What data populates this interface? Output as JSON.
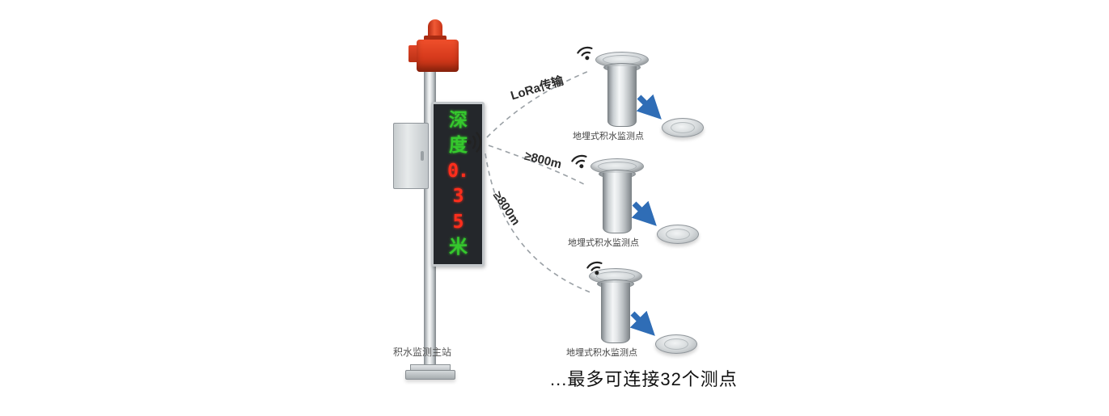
{
  "main_station": {
    "label": "积水监测主站",
    "display": {
      "full_text": "深度0.35米",
      "lines": [
        {
          "text": "深",
          "color": "#35c82d"
        },
        {
          "text": "度",
          "color": "#35c82d"
        },
        {
          "text": "0.",
          "color": "#ff2e1c"
        },
        {
          "text": "3",
          "color": "#ff2e1c"
        },
        {
          "text": "5",
          "color": "#ff2e1c"
        },
        {
          "text": "米",
          "color": "#35c82d"
        }
      ]
    }
  },
  "links": [
    {
      "label": "LoRa传输"
    },
    {
      "label": "≥800m"
    },
    {
      "label": "≥800m"
    }
  ],
  "sensors": [
    {
      "label": "地埋式积水监测点"
    },
    {
      "label": "地埋式积水监测点"
    },
    {
      "label": "地埋式积水监测点"
    }
  ],
  "caption": "...最多可连接32个测点",
  "colors": {
    "alarm_red": "#d63a1c",
    "led_green": "#35c82d",
    "led_red": "#ff2e1c",
    "arrow_blue": "#2f6db6",
    "dashed_line": "#9aa0a5",
    "led_panel_bg": "#24272b"
  }
}
